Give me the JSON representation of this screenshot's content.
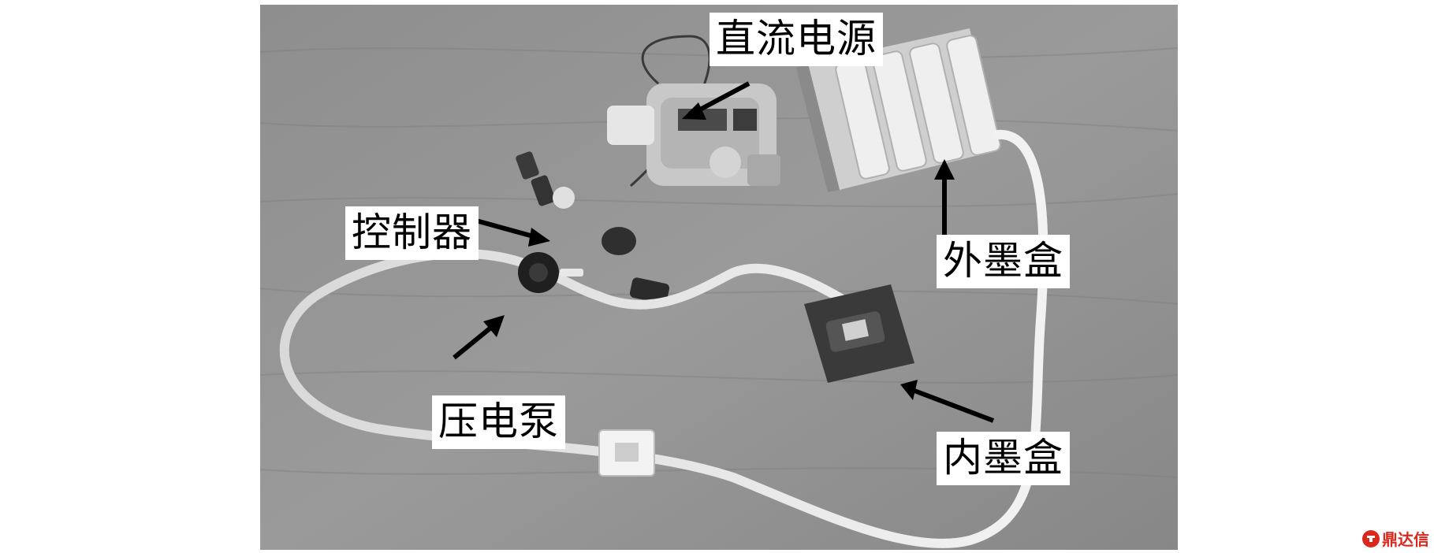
{
  "labels": {
    "power": "直流电源",
    "controller": "控制器",
    "outer_cartridge": "外墨盒",
    "pump": "压电泵",
    "inner_cartridge": "内墨盒"
  },
  "watermark": {
    "text": "鼎达信",
    "icon": "brand-logo-icon",
    "color": "#d9281c"
  }
}
